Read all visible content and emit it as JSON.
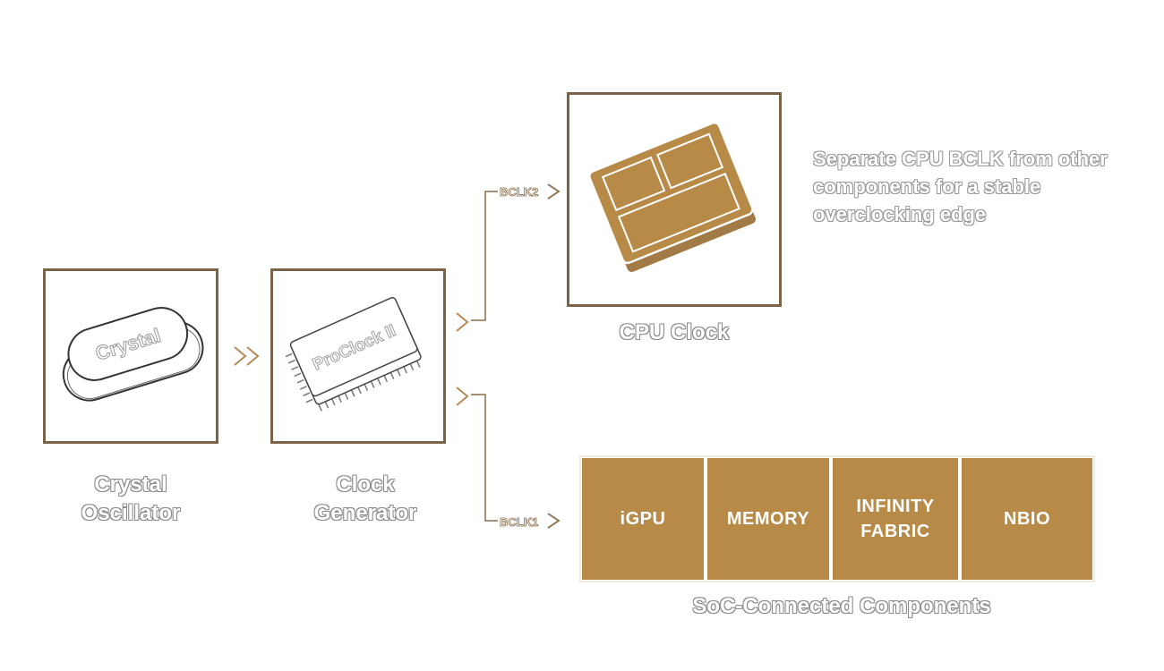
{
  "nodes": {
    "crystal": {
      "chip_text": "Crystal",
      "caption_line1": "Crystal",
      "caption_line2": "Oscillator"
    },
    "generator": {
      "chip_text": "ProClock II",
      "caption_line1": "Clock",
      "caption_line2": "Generator"
    },
    "cpu": {
      "caption": "CPU Clock"
    }
  },
  "signals": {
    "bclk2": "BCLK2",
    "bclk1": "BCLK1"
  },
  "description": {
    "line1": "Separate CPU BCLK from other",
    "line2": "components for a stable",
    "line3": "overclocking edge"
  },
  "soc": {
    "tiles": [
      {
        "line1": "iGPU",
        "line2": ""
      },
      {
        "line1": "MEMORY",
        "line2": ""
      },
      {
        "line1": "INFINITY",
        "line2": "FABRIC"
      },
      {
        "line1": "NBIO",
        "line2": ""
      }
    ],
    "caption": "SoC-Connected Components"
  },
  "colors": {
    "accent": "#b88a48",
    "border": "#7a6346",
    "line": "#8a6f4c"
  }
}
